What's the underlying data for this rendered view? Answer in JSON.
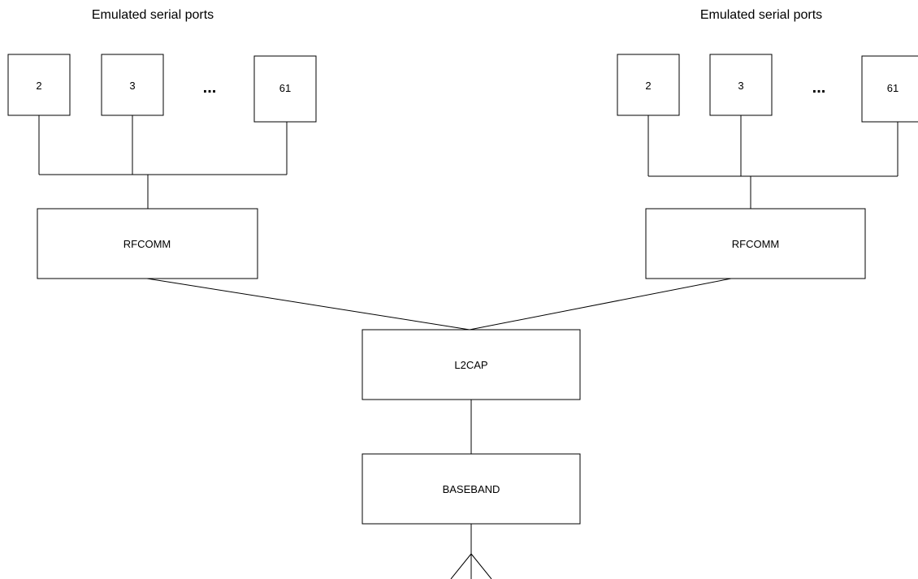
{
  "left_group": {
    "heading": "Emulated serial ports",
    "ports": [
      "2",
      "3",
      "61"
    ],
    "ellipsis": "...",
    "rfcomm": "RFCOMM"
  },
  "right_group": {
    "heading": "Emulated serial ports",
    "ports": [
      "2",
      "3",
      "61"
    ],
    "ellipsis": "...",
    "rfcomm": "RFCOMM"
  },
  "stack": {
    "l2cap": "L2CAP",
    "baseband": "BASEBAND"
  },
  "antenna_icon": "antenna-icon"
}
